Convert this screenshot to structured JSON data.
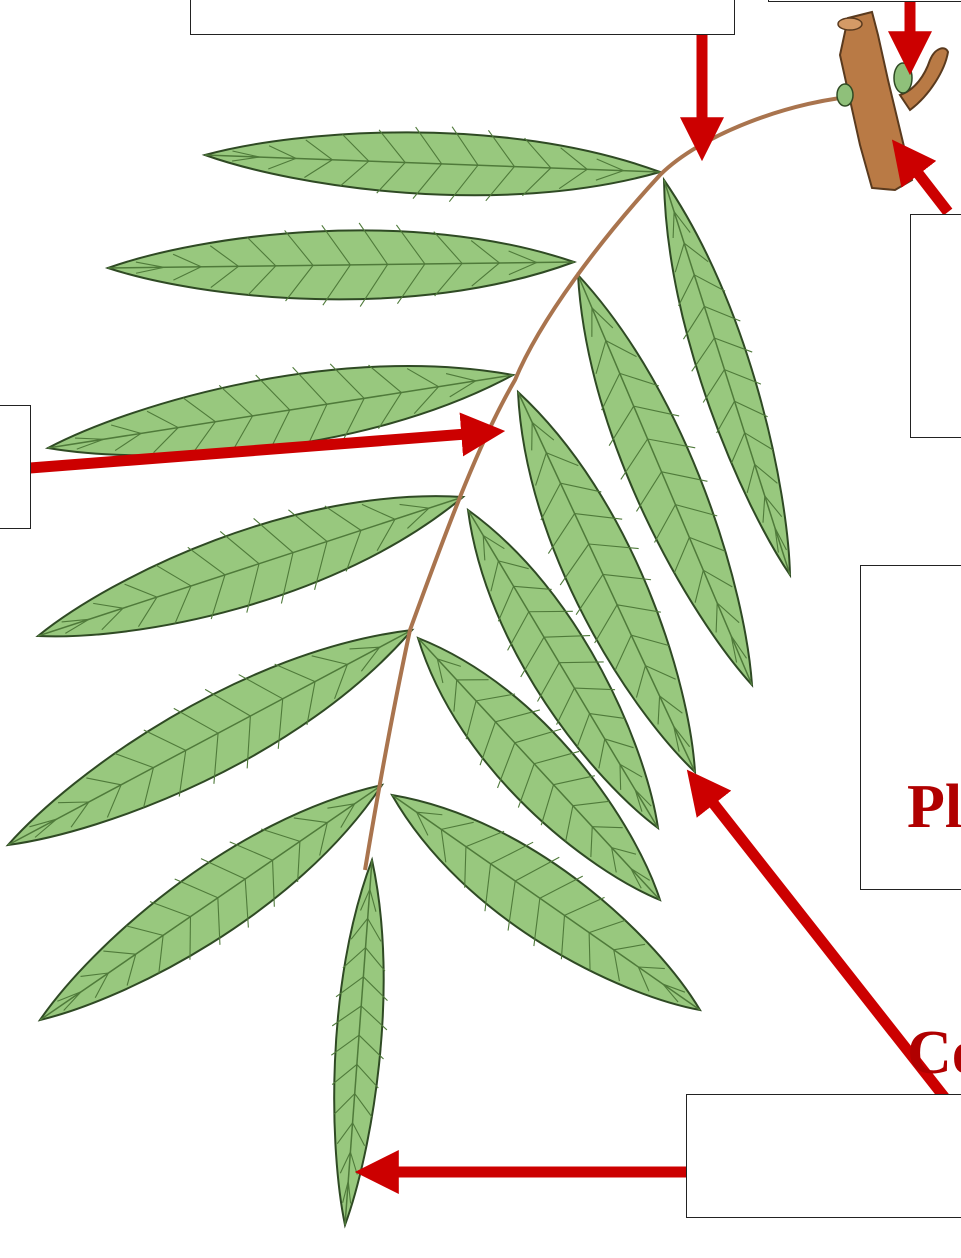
{
  "colors": {
    "arrow": "#cc0000",
    "leaflet_fill": "#98c87e",
    "leaflet_outline": "#2f4a24",
    "vein": "#4f7a3a",
    "rachis": "#a9744e",
    "twig": "#b97a45",
    "bud": "#8fc07a",
    "box_border": "#222222",
    "title_text": "#b00000"
  },
  "title_box": {
    "line1": "Pl",
    "line2": "Co"
  },
  "label_boxes": [
    {
      "name": "top-label-box",
      "text": ""
    },
    {
      "name": "right-upper-label-box",
      "text": ""
    },
    {
      "name": "left-label-box",
      "text": ""
    },
    {
      "name": "bottom-label-box",
      "text": ""
    }
  ],
  "figure": {
    "icons": [
      "compound-leaf-illustration",
      "twig-icon",
      "arrow-icons"
    ]
  }
}
